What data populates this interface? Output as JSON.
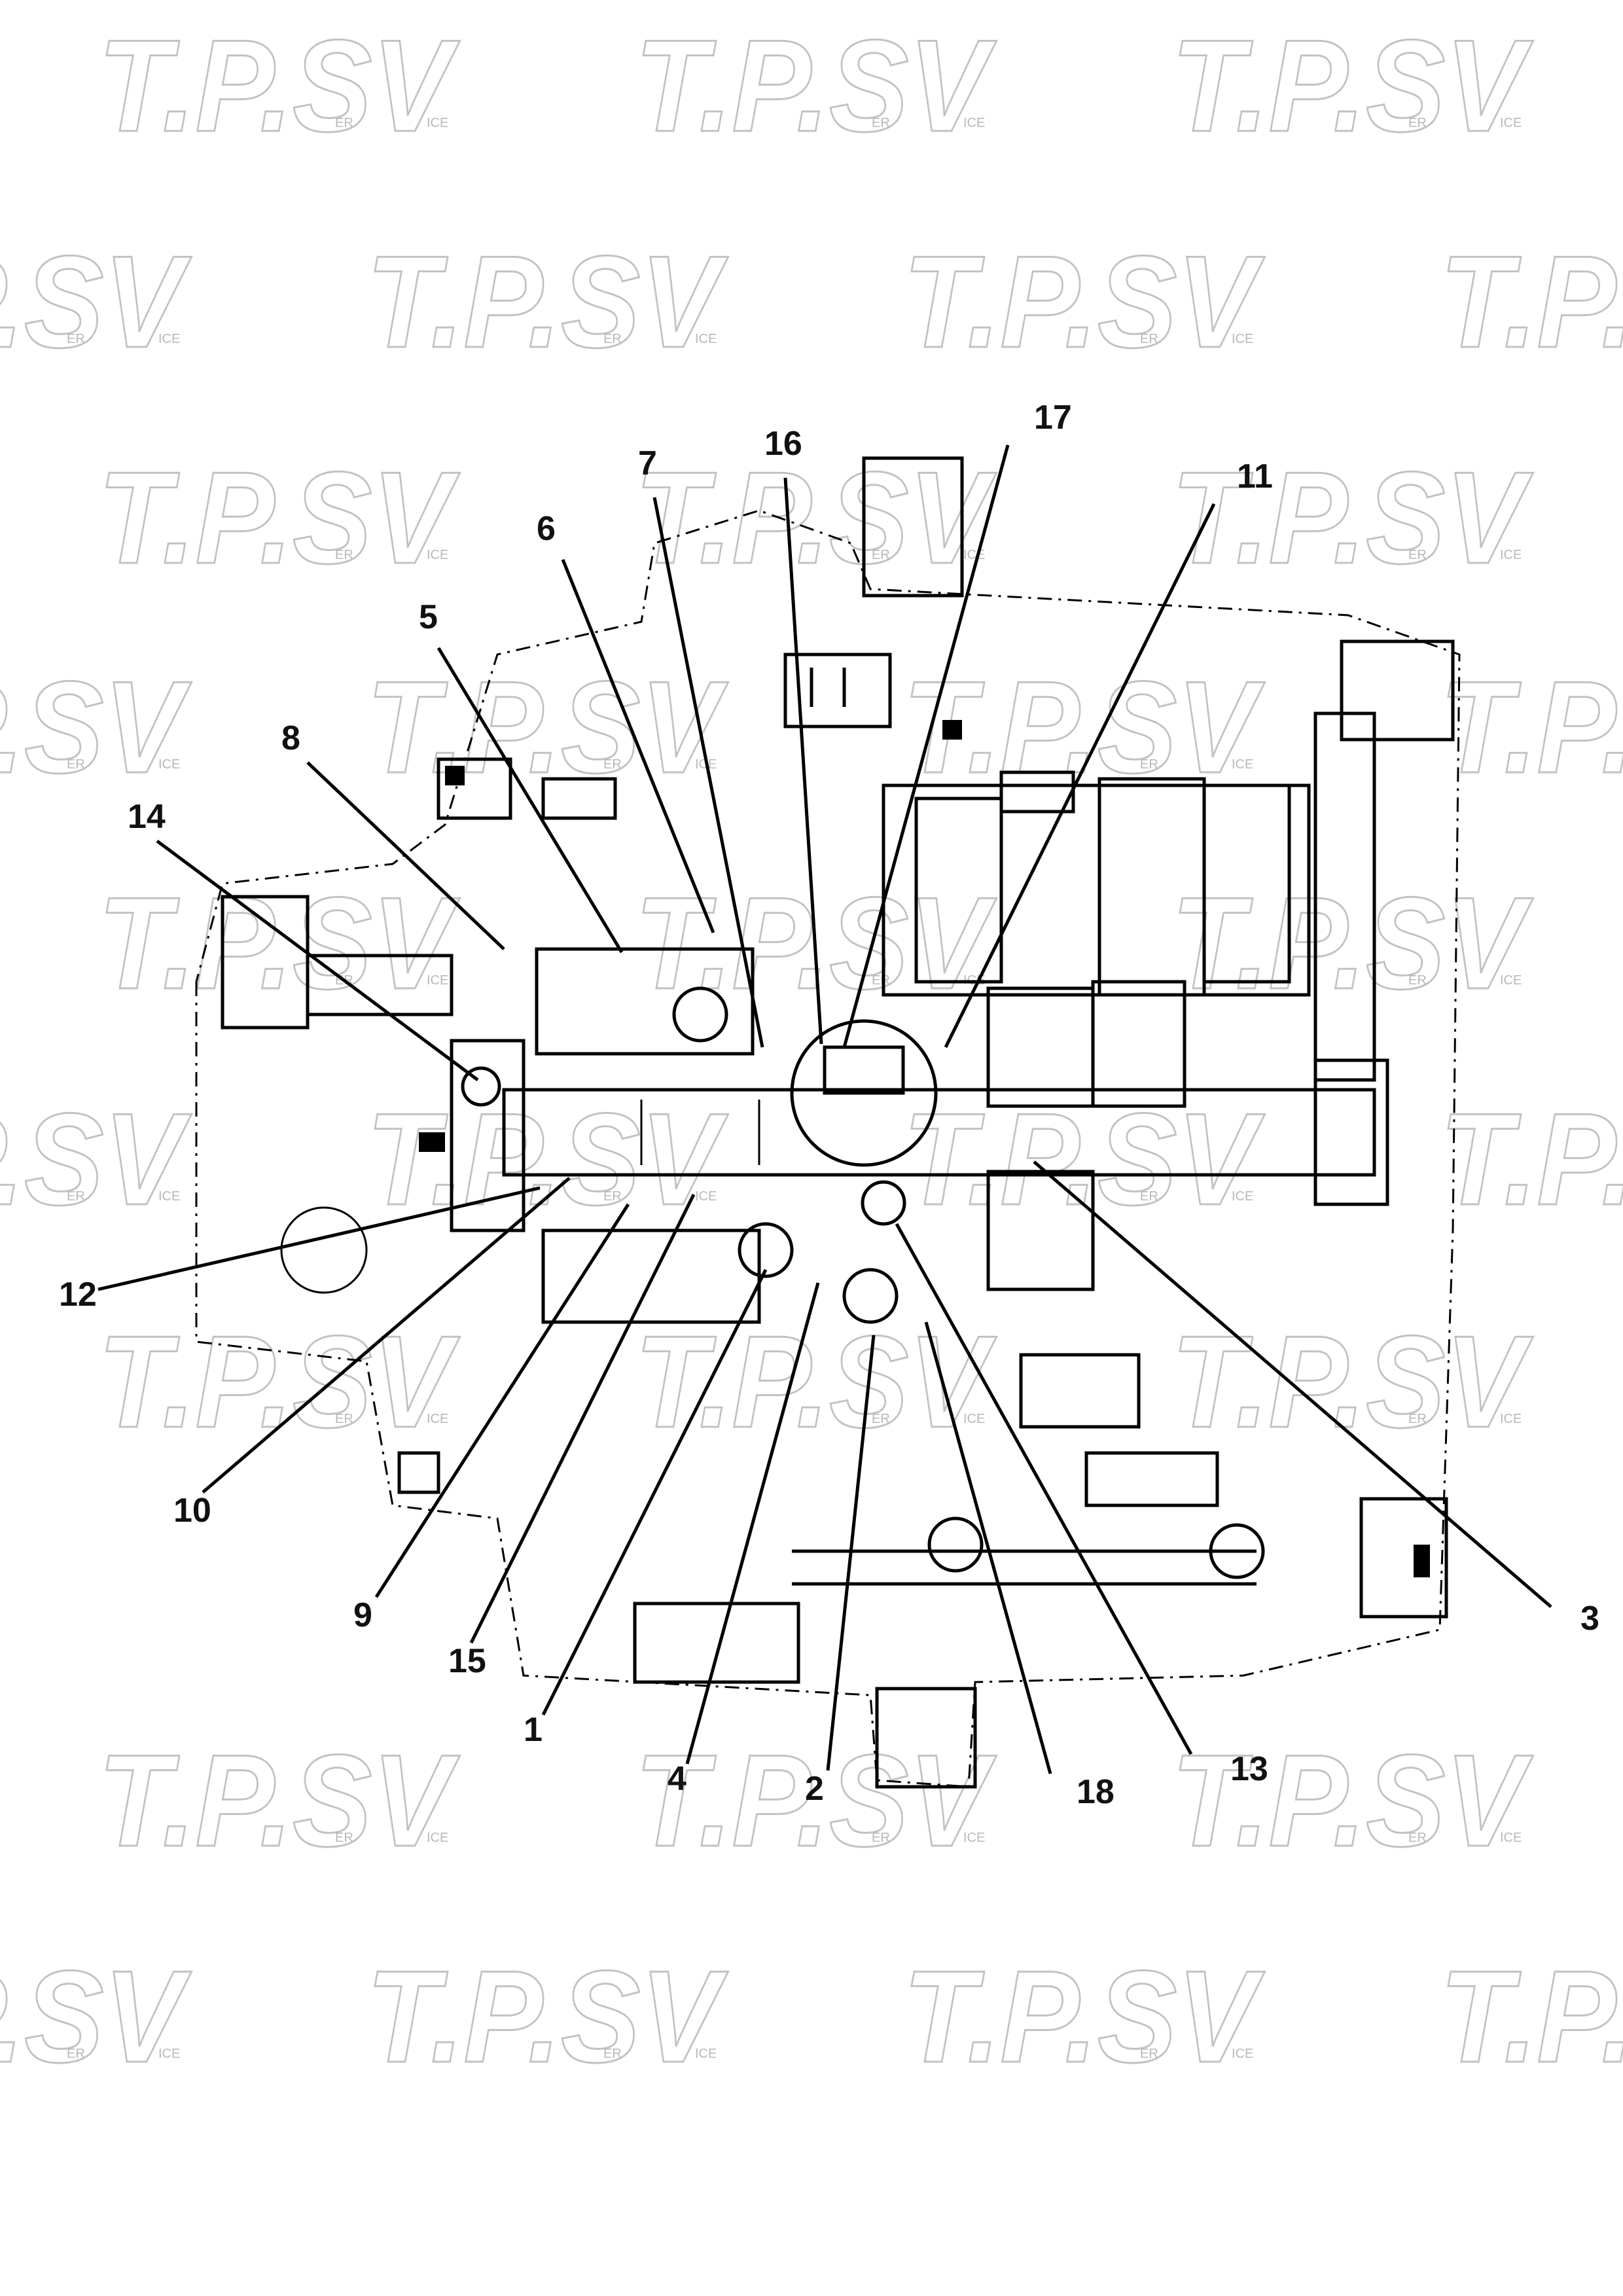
{
  "watermark": {
    "brand": "T.P.SV",
    "sub_left": "ER",
    "sub_right": "ICE"
  },
  "diagram": {
    "labels": [
      {
        "id": "1",
        "text": "1"
      },
      {
        "id": "2",
        "text": "2"
      },
      {
        "id": "3",
        "text": "3"
      },
      {
        "id": "4",
        "text": "4"
      },
      {
        "id": "5",
        "text": "5"
      },
      {
        "id": "6",
        "text": "6"
      },
      {
        "id": "7",
        "text": "7"
      },
      {
        "id": "8",
        "text": "8"
      },
      {
        "id": "9",
        "text": "9"
      },
      {
        "id": "10",
        "text": "10"
      },
      {
        "id": "11",
        "text": "11"
      },
      {
        "id": "12",
        "text": "12"
      },
      {
        "id": "13",
        "text": "13"
      },
      {
        "id": "14",
        "text": "14"
      },
      {
        "id": "15",
        "text": "15"
      },
      {
        "id": "16",
        "text": "16"
      },
      {
        "id": "17",
        "text": "17"
      },
      {
        "id": "18",
        "text": "18"
      }
    ]
  }
}
